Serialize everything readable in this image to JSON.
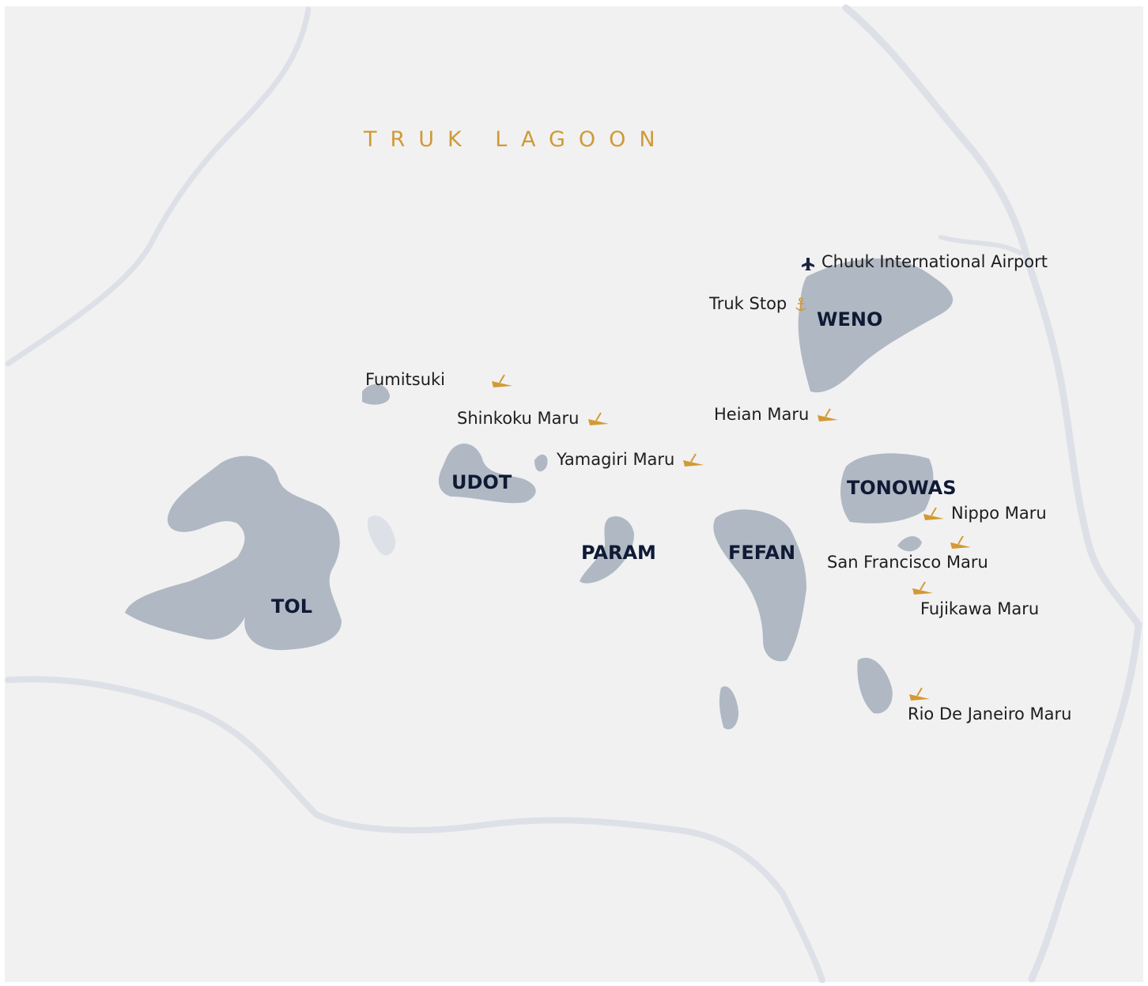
{
  "map": {
    "title": "TRUK LAGOON",
    "islands": {
      "weno": "WENO",
      "tonowas": "TONOWAS",
      "udot": "UDOT",
      "param": "PARAM",
      "fefan": "FEFAN",
      "tol": "TOL"
    },
    "sites": {
      "airport": "Chuuk International Airport",
      "truk_stop": "Truk Stop",
      "fumitsuki": "Fumitsuki",
      "shinkoku_maru": "Shinkoku Maru",
      "heian_maru": "Heian Maru",
      "yamagiri_maru": "Yamagiri Maru",
      "nippo_maru": "Nippo Maru",
      "san_francisco_maru": "San Francisco Maru",
      "fujikawa_maru": "Fujikawa Maru",
      "rio_de_janeiro_maru": "Rio De Janeiro Maru"
    },
    "icons": {
      "airport": "airplane-icon",
      "truk_stop": "anchor-icon",
      "wreck": "shipwreck-icon"
    },
    "colors": {
      "background": "#f1f1f2",
      "land": "#b0b8c3",
      "reef": "#dde1e7",
      "title": "#d09a35",
      "wreck_marker": "#d39a33",
      "island_text": "#0f1a36",
      "site_text": "#1d1d1f"
    }
  }
}
